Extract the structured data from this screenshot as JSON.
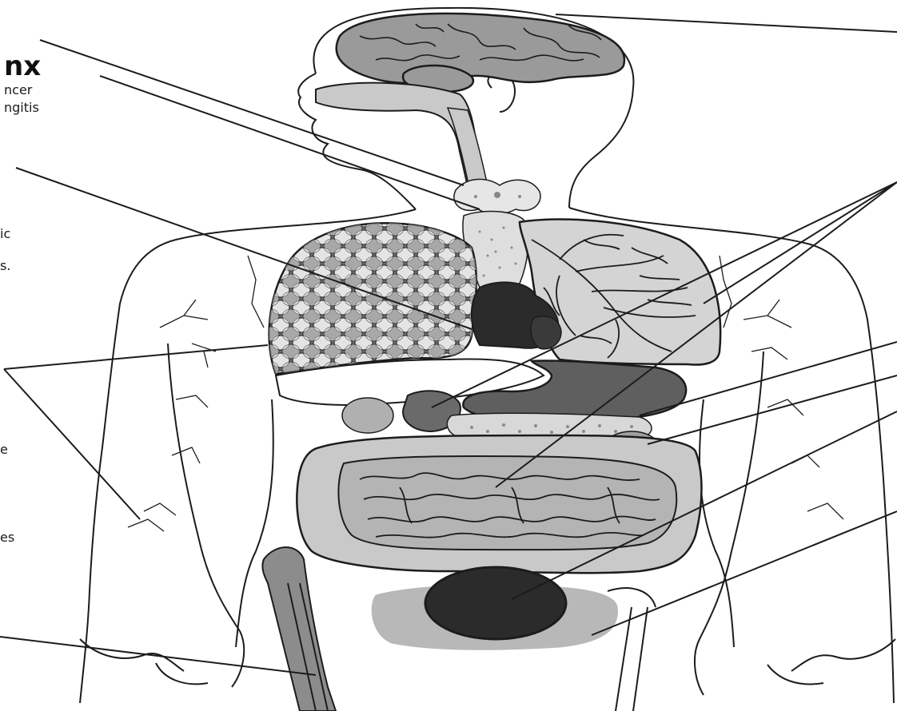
{
  "labels": {
    "heading": "nx",
    "line1": "ncer",
    "line2": "ngitis",
    "frag_ic": "ic",
    "frag_dot": "s.",
    "frag_e": "e",
    "frag_es": "es"
  },
  "colors": {
    "outline": "#1c1c1c",
    "light_gray": "#c9c9c9",
    "mid_gray": "#9a9a9a",
    "dark_gray": "#5f5f5f",
    "darkest": "#2b2b2b",
    "background": "#ffffff"
  }
}
